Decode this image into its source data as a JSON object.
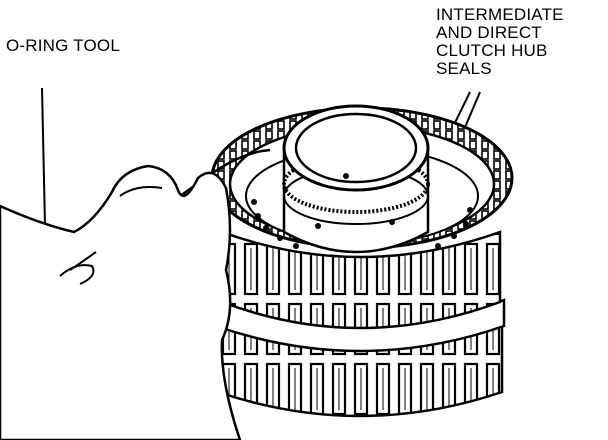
{
  "labels": {
    "oring_tool": "O-RING TOOL",
    "seals_line1": "INTERMEDIATE",
    "seals_line2": "AND DIRECT",
    "seals_line3": "CLUTCH HUB",
    "seals_line4": "SEALS"
  },
  "colors": {
    "ink": "#000000",
    "paper": "#ffffff"
  }
}
